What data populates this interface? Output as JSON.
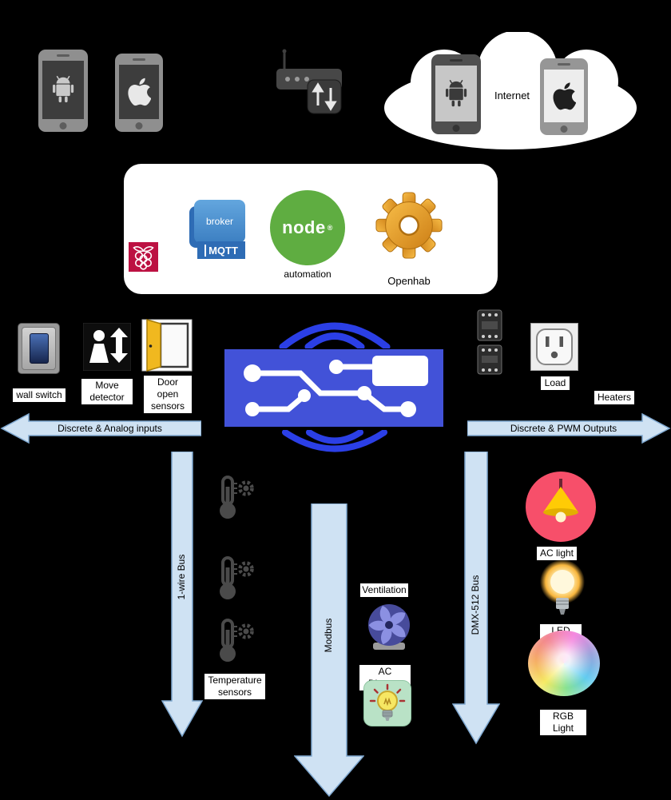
{
  "colors": {
    "background": "#000000",
    "arrow_fill": "#cfe2f3",
    "arrow_stroke": "#7fa8d0",
    "pcb_blue": "#4252d8",
    "wifi_blue": "#2b3fe6",
    "node_green": "#5fad41",
    "mqtt_blue": "#4a90d2",
    "raspberry_red": "#bc1142",
    "openhab_orange": "#e8a030",
    "ac_light_pink": "#f74f6a"
  },
  "cloud": {
    "label": "Internet"
  },
  "platform": {
    "broker_label": "broker",
    "mqtt_label": "MQTT",
    "node_label": "node",
    "node_reg": "®",
    "automation_label": "automation",
    "openhab_label": "Openhab"
  },
  "inputs": {
    "arrow_label": "Discrete & Analog inputs",
    "wall_switch_label": "wall switch",
    "move_detector_label": "Move detector",
    "door_sensors_label": "Door open sensors"
  },
  "outputs": {
    "arrow_label": "Discrete & PWM Outputs",
    "load_label": "Load",
    "heaters_label": "Heaters"
  },
  "buses": {
    "one_wire_label": "1-wire Bus",
    "modbus_label": "Modbus",
    "dmx_label": "DMX-512 Bus"
  },
  "peripherals": {
    "temperature_label": "Temperature sensors",
    "ventilation_label": "Ventilation",
    "ac_dimmer_label": "AC Dimmer",
    "ac_light_label": "AC light",
    "led_light_label": "LED light",
    "rgb_light_label": "RGB Light"
  }
}
